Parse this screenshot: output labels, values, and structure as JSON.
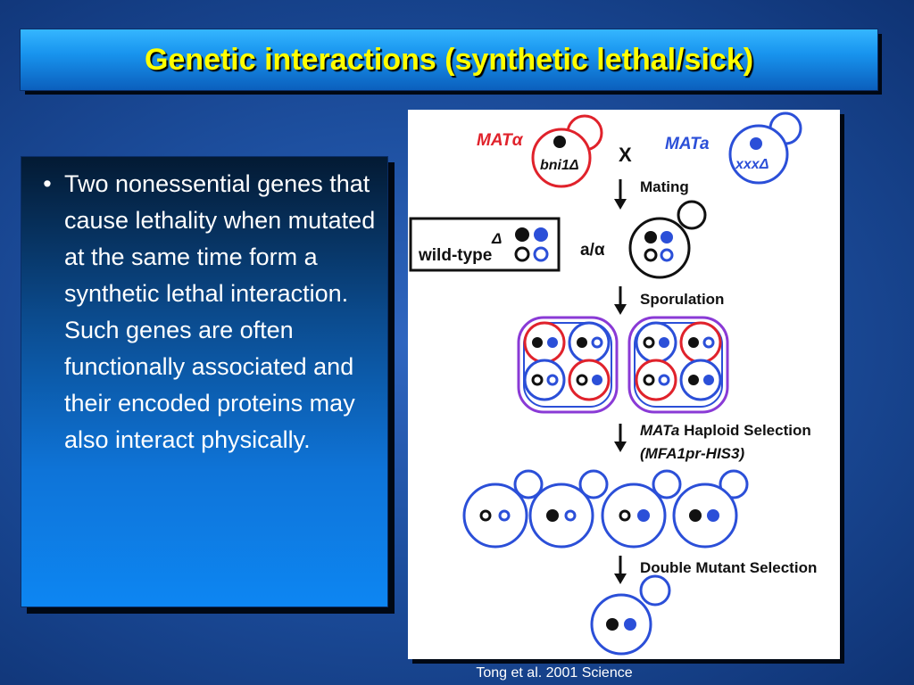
{
  "slide": {
    "title": "Genetic interactions (synthetic lethal/sick)",
    "bullet": "Two nonessential genes that cause lethality when mutated at the same time form a synthetic lethal interaction. Such genes are often functionally associated and their encoded proteins may also interact physically.",
    "caption": "Tong et al. 2001 Science"
  },
  "figure": {
    "mat_alpha": "MATα",
    "mat_a_left": "MATa",
    "bni1": "bni1Δ",
    "cross": "X",
    "xxx": "xxxΔ",
    "mating": "Mating",
    "wild_type": "wild-type",
    "delta": "Δ",
    "a_alpha": "a/α",
    "sporulation": "Sporulation",
    "haploid_mat": "MATa",
    "haploid_rest": " Haploid Selection",
    "mfa": "(MFA1pr-HIS3)",
    "double_mutant": "Double Mutant Selection"
  },
  "colors": {
    "title_text": "#ffff00",
    "red": "#e0222b",
    "blue": "#2b4fd8",
    "purple": "#8a3ad6"
  }
}
